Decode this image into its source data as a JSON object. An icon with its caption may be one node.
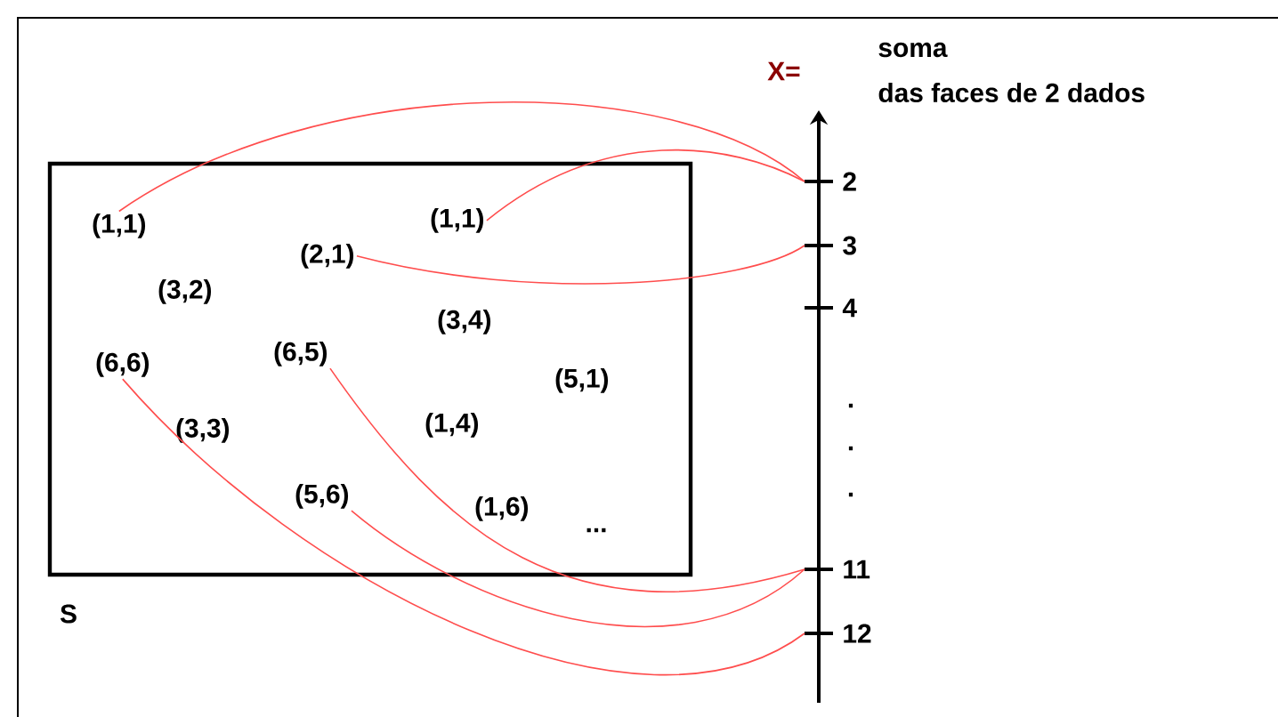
{
  "diagram": {
    "nodes": [
      {
        "text": [
          "S"
        ]
      },
      {
        "text": [
          "(1,1)"
        ],
        "in": 0
      },
      {
        "text": [
          "(1,1)"
        ],
        "in": 0
      },
      {
        "text": [
          "(2,1)"
        ],
        "in": 0
      },
      {
        "text": [
          "(3,2)"
        ],
        "in": 0
      },
      {
        "text": [
          "(3,4)"
        ],
        "in": 0
      },
      {
        "text": [
          "(6,6)"
        ],
        "in": 0
      },
      {
        "text": [
          "(6,5)"
        ],
        "in": 0
      },
      {
        "text": [
          "(5,1)"
        ],
        "in": 0
      },
      {
        "text": [
          "(3,3)"
        ],
        "in": 0
      },
      {
        "text": [
          "(1,4)"
        ],
        "in": 0
      },
      {
        "text": [
          "(5,6)"
        ],
        "in": 0
      },
      {
        "text": [
          "(1,6)"
        ],
        "in": 0
      },
      {
        "text": [
          "2"
        ]
      },
      {
        "text": [
          "3"
        ]
      },
      {
        "text": [
          "4"
        ]
      },
      {
        "text": [
          "11"
        ]
      },
      {
        "text": [
          "12"
        ]
      }
    ],
    "edges": [
      {
        "from": 1,
        "to": 13,
        "arrow": "none"
      },
      {
        "from": 2,
        "to": 13,
        "arrow": "none"
      },
      {
        "from": 3,
        "to": 14,
        "arrow": "none"
      },
      {
        "from": 7,
        "to": 16,
        "arrow": "none"
      },
      {
        "from": 11,
        "to": 16,
        "arrow": "none"
      },
      {
        "from": 6,
        "to": 17,
        "arrow": "none"
      }
    ],
    "labels": [
      "X=",
      "soma",
      "das faces de 2 dados",
      ".",
      ".",
      ".",
      "..."
    ]
  }
}
